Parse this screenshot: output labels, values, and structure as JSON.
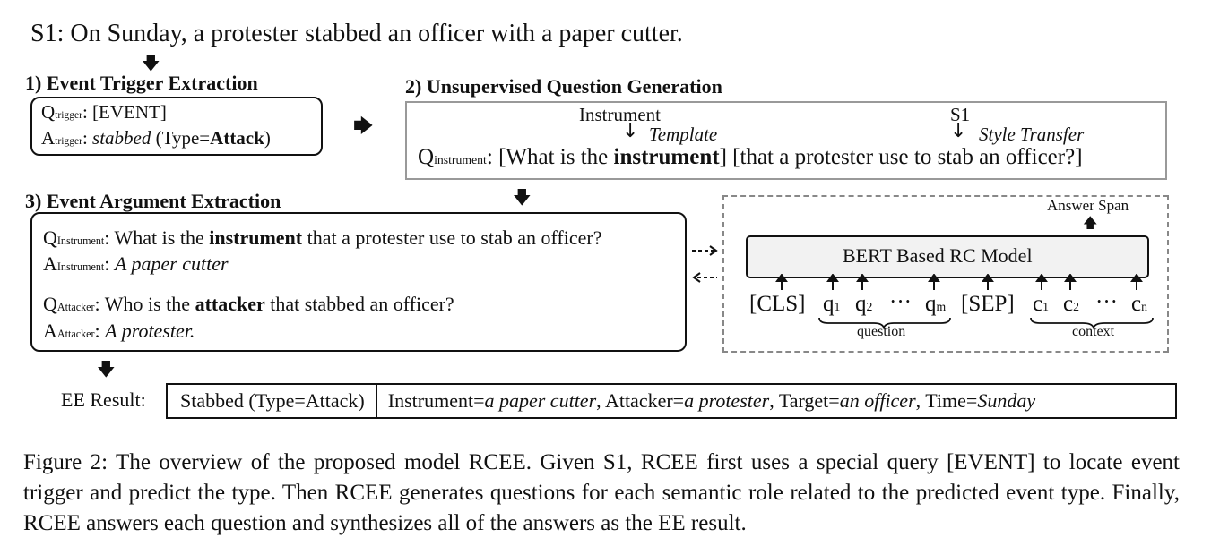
{
  "sentence": "S1: On Sunday, a protester stabbed an officer with a paper cutter.",
  "step1": {
    "title": "1) Event Trigger Extraction",
    "q_sym": "Q",
    "q_sub": "trigger",
    "q_val": ": [EVENT]",
    "a_sym": "A",
    "a_sub": "trigger",
    "a_colon": ": ",
    "a_trigger": "stabbed",
    "a_type_pre": " (Type=",
    "a_type": "Attack",
    "a_type_post": ")"
  },
  "step2": {
    "title": "2) Unsupervised Question Generation",
    "instrument_label": "Instrument",
    "template_label": "Template",
    "s1_label": "S1",
    "style_label": "Style Transfer",
    "q_sym": "Q",
    "q_sub": "instrument",
    "q_pre": ": [What is the ",
    "q_bold": "instrument",
    "q_post": "] [that a protester use to stab an officer?]"
  },
  "step3": {
    "title": "3) Event Argument Extraction",
    "q1_sym": "Q",
    "q1_sub": "Instrument",
    "q1_pre": ": What is the ",
    "q1_bold": "instrument",
    "q1_post": " that a protester use to stab an officer?",
    "a1_sym": "A",
    "a1_sub": "Instrument",
    "a1_colon": ": ",
    "a1_val": "A paper cutter",
    "q2_sym": "Q",
    "q2_sub": "Attacker",
    "q2_pre": ": Who is the ",
    "q2_bold": "attacker",
    "q2_post": " that stabbed an officer?",
    "a2_sym": "A",
    "a2_sub": "Attacker",
    "a2_colon": ": ",
    "a2_val": "A protester."
  },
  "bert": {
    "answer_span": "Answer Span",
    "model_label": "BERT Based RC Model",
    "cls": "[CLS]",
    "q1": "q",
    "q1s": "1",
    "q2": "q",
    "q2s": "2",
    "dots": "···",
    "qm": "q",
    "qms": "m",
    "sep": "[SEP]",
    "c1": "c",
    "c1s": "1",
    "c2": "c",
    "c2s": "2",
    "cn": "c",
    "cns": "n",
    "question_label": "question",
    "context_label": "context"
  },
  "result": {
    "label": "EE Result:",
    "trigger_cell": "Stabbed (Type=Attack)",
    "args": [
      {
        "role": "Instrument=",
        "value": "a paper cutter",
        "sep": ", "
      },
      {
        "role": "Attacker=",
        "value": "a protester",
        "sep": ", "
      },
      {
        "role": "Target=",
        "value": "an officer",
        "sep": ", "
      },
      {
        "role": "Time=",
        "value": "Sunday",
        "sep": ""
      }
    ]
  },
  "caption": "Figure 2: The overview of the proposed model RCEE. Given S1, RCEE first uses a special query [EVENT] to locate event trigger and predict the type. Then RCEE generates questions for each semantic role related to the predicted event type. Finally, RCEE answers each question and synthesizes all of the answers as the EE result."
}
